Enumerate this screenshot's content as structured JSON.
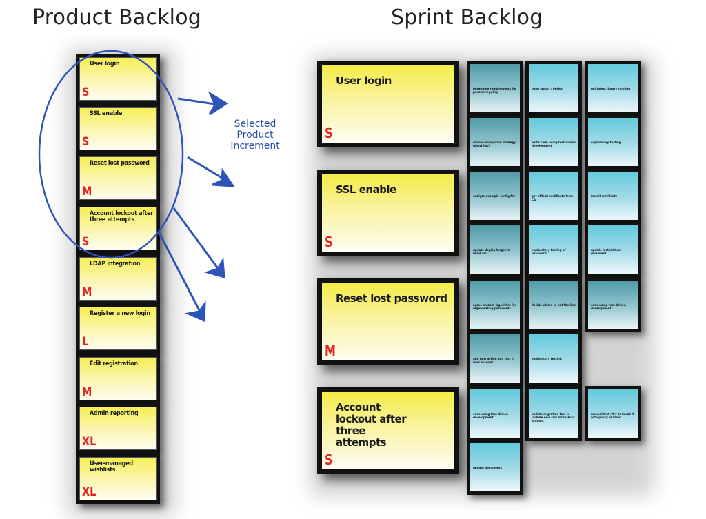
{
  "headings": {
    "product_backlog": "Product Backlog",
    "sprint_backlog": "Sprint Backlog"
  },
  "annotation": {
    "lines": [
      "Selected",
      "Product",
      "Increment"
    ]
  },
  "colors": {
    "story_card": "#f5ee55",
    "task_card": "#63c9dc",
    "size_label": "#e52222",
    "annotation": "#2d4fa8"
  },
  "product_backlog": [
    {
      "title": "User login",
      "size": "S",
      "selected": true
    },
    {
      "title": "SSL enable",
      "size": "S",
      "selected": true
    },
    {
      "title": "Reset lost password",
      "size": "M",
      "selected": true
    },
    {
      "title": "Account lockout after three attempts",
      "size": "S",
      "selected": true
    },
    {
      "title": "LDAP integration",
      "size": "M",
      "selected": false
    },
    {
      "title": "Register a new login",
      "size": "L",
      "selected": false
    },
    {
      "title": "Edit registration",
      "size": "M",
      "selected": false
    },
    {
      "title": "Admin reporting",
      "size": "XL",
      "selected": false
    },
    {
      "title": "User-managed wishlists",
      "size": "XL",
      "selected": false
    }
  ],
  "sprint_backlog": [
    {
      "title": "User login",
      "size": "S",
      "tasks": [
        "determine requirements for password policy",
        "page layout / design",
        "get latest library running",
        "choose encryption strategy (short list)",
        "write code using test-driven development",
        "exploratory testing"
      ]
    },
    {
      "title": "SSL enable",
      "size": "S",
      "tasks": [
        "analyze example config file",
        "get official certificate from CA",
        "install certificate",
        "update deploy target in build.xml",
        "exploratory testing of password",
        "update installation document"
      ]
    },
    {
      "title": "Reset lost password",
      "size": "M",
      "tasks": [
        "agree on best algorithm for regenerating passwords",
        "decide where to put the link",
        "code using test-driven development",
        "add new action and test in user account",
        "exploratory testing"
      ]
    },
    {
      "title": "Account lockout after three attempts",
      "size": "S",
      "tasks": [
        "code using test-driven development",
        "update migration tool to include new row for lockout account",
        "manual test / try to break it with policy enabled",
        "update documents"
      ]
    }
  ]
}
